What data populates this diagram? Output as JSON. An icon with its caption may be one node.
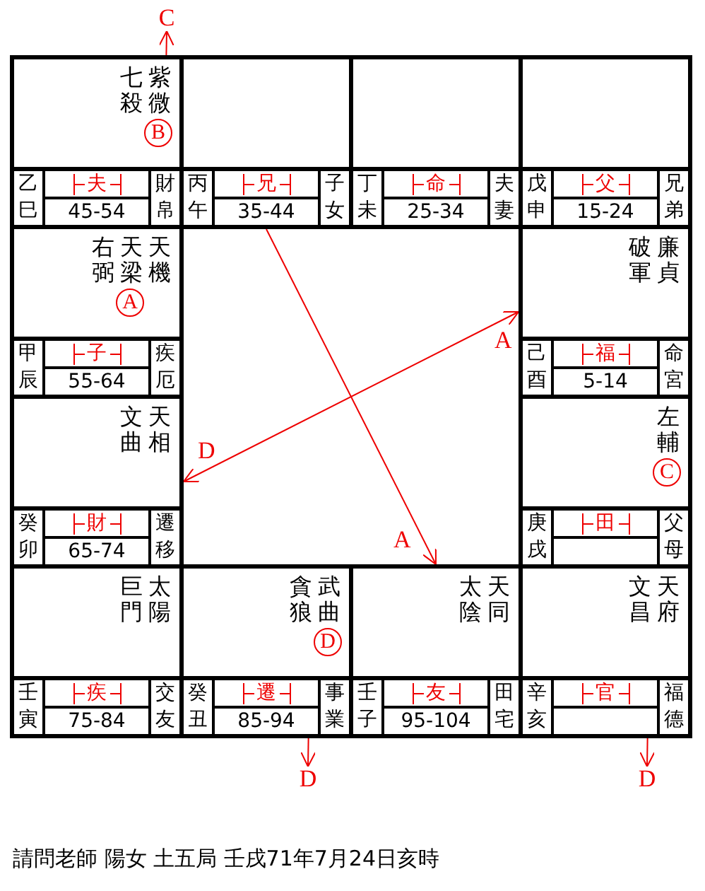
{
  "diagram": {
    "caption": "請問老師 陽女 土五局 壬戌71年7月24日亥時",
    "nodes": [
      {
        "text": [
          "紫微",
          "七殺",
          "B",
          "乙巳",
          "夫",
          "45-54",
          "財帛"
        ]
      },
      {
        "text": [
          "丙午",
          "兄",
          "35-44",
          "子女"
        ]
      },
      {
        "text": [
          "丁未",
          "命",
          "25-34",
          "夫妻"
        ]
      },
      {
        "text": [
          "戊申",
          "父",
          "15-24",
          "兄弟"
        ]
      },
      {
        "text": [
          "天機",
          "天梁",
          "右弼",
          "A",
          "甲辰",
          "子",
          "55-64",
          "疾厄"
        ]
      },
      {
        "text": [
          "廉貞",
          "破軍",
          "己酉",
          "福",
          "5-14",
          "命宮"
        ]
      },
      {
        "text": [
          "天相",
          "文曲",
          "癸卯",
          "財",
          "65-74",
          "遷移"
        ]
      },
      {
        "text": [
          "左輔",
          "C",
          "庚戌",
          "田",
          "父母"
        ]
      },
      {
        "text": [
          "太陽",
          "巨門",
          "壬寅",
          "疾",
          "75-84",
          "交友"
        ]
      },
      {
        "text": [
          "武曲",
          "貪狼",
          "D",
          "癸丑",
          "遷",
          "85-94",
          "事業"
        ]
      },
      {
        "text": [
          "天同",
          "太陰",
          "壬子",
          "友",
          "95-104",
          "田宅"
        ]
      },
      {
        "text": [
          "天府",
          "文昌",
          "辛亥",
          "官",
          "福德"
        ]
      },
      {
        "text": [
          "C"
        ]
      },
      {
        "text": [
          "D"
        ]
      },
      {
        "text": [
          "D"
        ]
      }
    ],
    "edges": [
      {
        "from": 0,
        "to": 12,
        "arrow": "to"
      },
      {
        "from": 1,
        "to": 10,
        "arrow": "to",
        "label": "A"
      },
      {
        "from": 6,
        "to": 5,
        "arrow": "both"
      },
      {
        "from": 9,
        "to": 13,
        "arrow": "to"
      },
      {
        "from": 11,
        "to": 14,
        "arrow": "to"
      }
    ],
    "labels": [
      "A",
      "D"
    ]
  }
}
